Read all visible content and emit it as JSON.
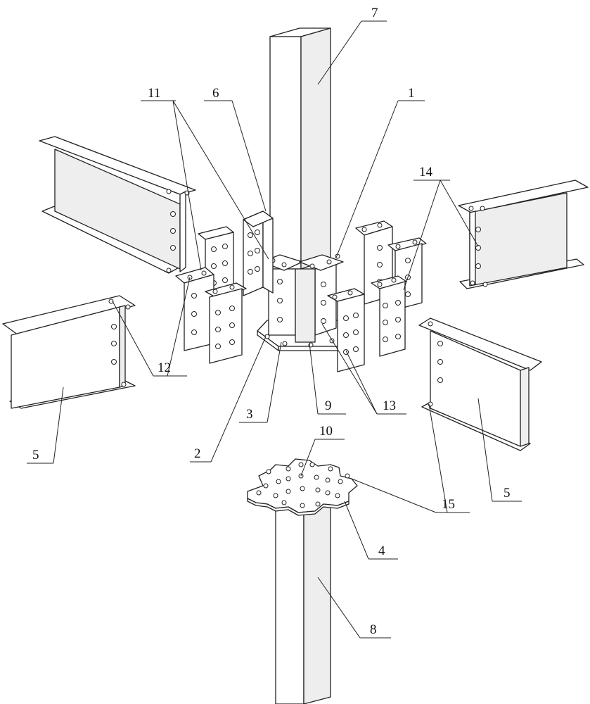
{
  "labels": {
    "n1": "1",
    "n2": "2",
    "n3": "3",
    "n4": "4",
    "n5a": "5",
    "n5b": "5",
    "n6": "6",
    "n7": "7",
    "n8": "8",
    "n9": "9",
    "n10": "10",
    "n11": "11",
    "n12": "12",
    "n13": "13",
    "n14": "14",
    "n15": "15"
  }
}
